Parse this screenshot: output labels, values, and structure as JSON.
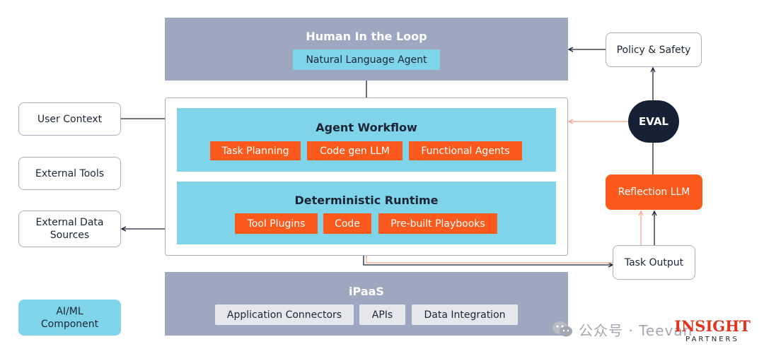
{
  "left_boxes": {
    "user_context": "User Context",
    "external_tools": "External Tools",
    "external_data_sources_line1": "External Data",
    "external_data_sources_line2": "Sources"
  },
  "legend": {
    "line1": "AI/ML",
    "line2": "Component"
  },
  "human_in_the_loop": {
    "title": "Human In the Loop",
    "chip": "Natural Language Agent"
  },
  "agent_workflow": {
    "title": "Agent Workflow",
    "chips": [
      "Task Planning",
      "Code gen LLM",
      "Functional Agents"
    ]
  },
  "deterministic_runtime": {
    "title": "Deterministic Runtime",
    "chips": [
      "Tool Plugins",
      "Code",
      "Pre-built Playbooks"
    ]
  },
  "ipaas": {
    "title": "iPaaS",
    "chips": [
      "Application Connectors",
      "APIs",
      "Data Integration"
    ]
  },
  "right_boxes": {
    "policy_safety": "Policy & Safety",
    "eval": "EVAL",
    "reflection_llm": "Reflection LLM",
    "task_output": "Task Output"
  },
  "watermark": {
    "wechat": "公众号 · Teevan",
    "brand": "INSIGHT",
    "brand_sub": "PARTNERS"
  },
  "colors": {
    "band": "#9ea7c0",
    "cyan": "#7fd4ea",
    "orange": "#fc5a1c",
    "navy": "#152236",
    "arrow_dark": "#1c2535",
    "arrow_salmon": "#f4a48a"
  }
}
